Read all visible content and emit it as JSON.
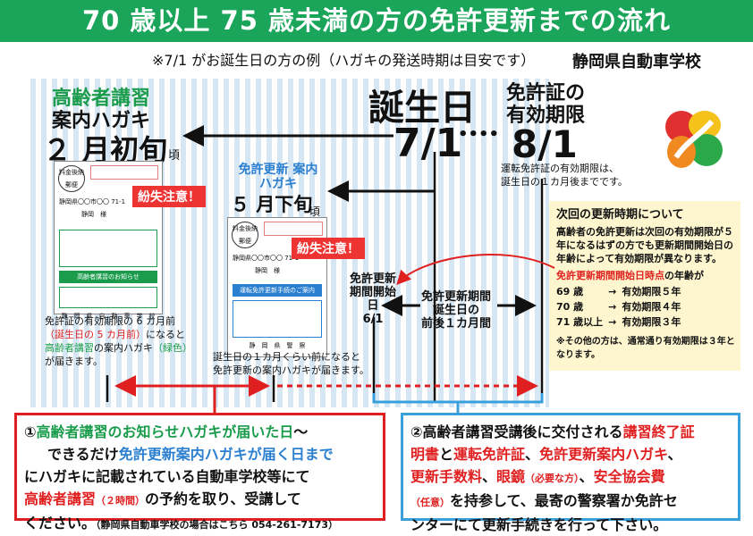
{
  "header": {
    "title": "70 歳以上 75 歳未満の方の免許更新までの流れ"
  },
  "note": "※7/1 がお誕生日の方の例（ハガキの発送時期は目安です）",
  "school_name": "静岡県自動車学校",
  "colors": {
    "green": "#1aa55a",
    "red": "#e02020",
    "blue": "#2b7fd0",
    "info_bg": "#fdf6cf"
  },
  "left": {
    "koureisha": "高齢者講習",
    "annai": "案内ハガキ",
    "feb": "２ 月初旬",
    "feb_suffix": "頃",
    "lost": "紛失注意！",
    "card": {
      "stamp": "料金後納 郵便",
      "band": "高齢者講習のお知らせ",
      "addr": "静岡県〇〇市〇〇 71-1",
      "name": "静岡　様",
      "school": "静　岡　県　自　動　車　学　校"
    },
    "desc": {
      "l1": "免許証の有効期限の 6 カ月前",
      "l2_red": "（誕生日の 5 カ月前）",
      "l2_rest": "になると",
      "l3_green": "高齢者講習",
      "l3_mid": "の案内ハガキ",
      "l3_green2": "（緑色）",
      "l4": "が届きます。"
    }
  },
  "middle": {
    "renew_card": "免許更新 案内ハガキ",
    "may": "５ 月下旬",
    "may_suffix": "頃",
    "lost": "紛失注意！",
    "card": {
      "stamp": "料金後納 郵便",
      "band": "運転免許更新手続のご案内",
      "addr": "静岡県〇〇市〇〇 71-1",
      "name": "静岡　様",
      "school": "静　岡　県　警　察"
    },
    "desc": {
      "l1": "誕生日の１カ月くらい前になると",
      "l2": "免許更新の案内ハガキが届きます。"
    }
  },
  "center": {
    "birthday": "誕生日",
    "date": "7/1",
    "dots": "••••",
    "license_l1": "免許証の",
    "license_l2": "有効期限",
    "expiry": "8/1",
    "valid_l1": "運転免許証の有効期限は、",
    "valid_l2": "誕生日の１カ月後までです。",
    "start_l1": "免許更新",
    "start_l2": "期間開始日",
    "start_l3": "6/1",
    "period_l1": "免許更新期間",
    "period_l2": "誕生日の",
    "period_l3": "前後１カ月間"
  },
  "info": {
    "title": "次回の更新時期について",
    "body": "高齢者の免許更新は次回の有効期限が５年になるはずの方でも更新期間開始日の年齢によって有効期限が異なります。",
    "highlight": "免許更新期間開始日時点",
    "highlight_rest": "の年齢が",
    "rows": [
      {
        "age": "69 歳",
        "arrow": "→",
        "term": "有効期限５年"
      },
      {
        "age": "70 歳",
        "arrow": "→",
        "term": "有効期限４年"
      },
      {
        "age": "71 歳以上",
        "arrow": "→",
        "term": "有効期限３年"
      }
    ],
    "foot": "※その他の方は、通常通り有効期限は３年となります。"
  },
  "box1": {
    "num": "①",
    "p1_green": "高齢者講習のお知らせハガキが届いた日",
    "p1_rest": "～",
    "p2_a": "できるだけ",
    "p2_blue": "免許更新案内ハガキが届く日まで",
    "p3": "にハガキに記載されている自動車学校等にて",
    "p4_red": "高齢者講習",
    "p4_red_small": "（２時間）",
    "p4_rest": "の予約を取り、受講して",
    "p5": "ください。",
    "p5_small": "（静岡県自動車学校の場合はこちら 054-261-7173）"
  },
  "box2": {
    "num": "②",
    "p1": "高齢者講習受講後に交付される",
    "p1_red": "講習終了証",
    "p2_red": "明書",
    "p2_a": "と",
    "p2_red2": "運転免許証",
    "p2_b": "、",
    "p2_red3": "免許更新案内ハガキ",
    "p2_c": "、",
    "p3_red": "更新手数料",
    "p3_a": "、",
    "p3_red2": "眼鏡",
    "p3_red2_small": "（必要な方）",
    "p3_b": "、",
    "p3_red3": "安全協会費",
    "p4_red_small": "（任意）",
    "p4": "を持参して、最寄の警察署か免許セ",
    "p5": "ンターにて更新手続きを行って下さい。"
  }
}
